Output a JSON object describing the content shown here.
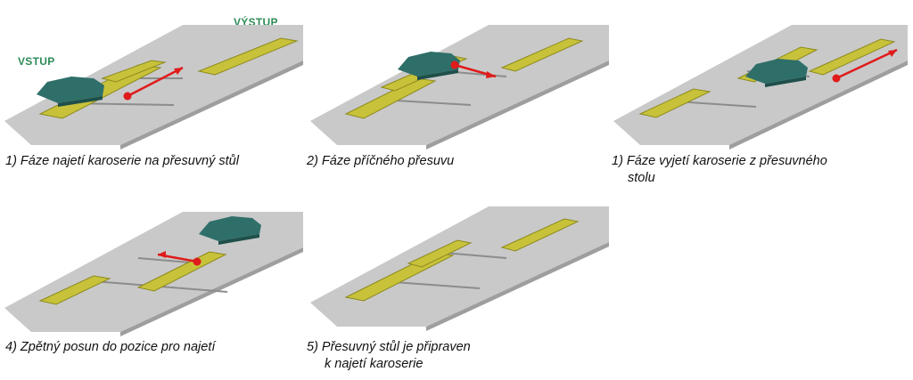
{
  "labels": {
    "input": "VSTUP",
    "output": "VÝSTUP"
  },
  "captions": [
    {
      "text": "1) Fáze najetí karoserie na přesuvný stůl"
    },
    {
      "text": "2) Fáze příčného přesuvu"
    },
    {
      "line1": "1) Fáze vyjetí karoserie z přesuvného",
      "line2": "stolu"
    },
    {
      "text": "4) Zpětný posun do pozice pro najetí"
    },
    {
      "line1": "5) Přesuvný stůl je připraven",
      "line2": "k najetí karoserie"
    }
  ],
  "colors": {
    "platform_top": "#c9c9c9",
    "platform_side": "#9e9e9e",
    "rail": "#c8c23a",
    "rail_dark": "#8d8a1e",
    "car_body": "#2f6f6a",
    "car_dark": "#1f4f4b",
    "arrow": "#e01b1b",
    "label_green": "#2e8b57"
  },
  "icons": [
    "car-body-icon",
    "transfer-table-icon",
    "direction-arrow-icon"
  ]
}
